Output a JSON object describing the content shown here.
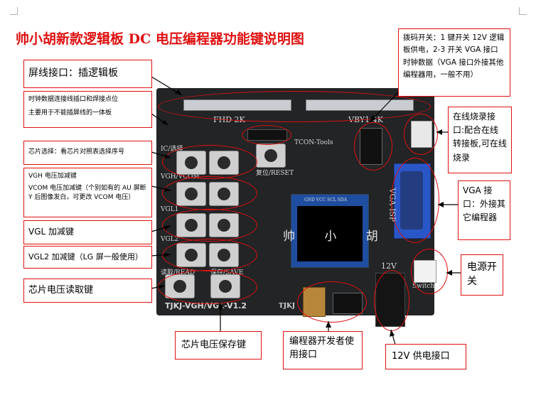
{
  "title": "帅小胡新款逻辑板 DC 电压编程器功能键说明图",
  "labels": {
    "screen_port": "屏线接口：插逻辑板",
    "clock_line1": "时钟数据连接线插口和焊接点位",
    "clock_line2": "主要用于不能插屏线的一体板",
    "chip_select": "芯片选择：看芯片对照表选择序号",
    "vgh_line1": "VGH 电压加减键",
    "vgh_line2": "VCOM 电压加减键（个别如有的 AU 屏断 Y 后图像发白，可更改 VCOM 电压）",
    "vgl": "VGL 加减键",
    "vgl2": "VGL2 加减键（LG 屏一般使用）",
    "read": "芯片电压读取键",
    "save": "芯片电压保存键",
    "dev": "编程器开发者使用接口",
    "power_in": "12V 供电接口",
    "dip": "拨码开关：1 键开关 12V 逻辑板供电，2-3 开关 VGA 接口时钟数据（VGA 接口外接其他编程器用，一般不用）",
    "online": "在线烧录接口:配合在线转接板,可在线烧录",
    "vga": "VGA 接口：外接其它编程器",
    "power_sw": "电源开关"
  },
  "board": {
    "fhd": "FHD 2K",
    "vby": "VBY1 4K",
    "tcon": "TCON-Tools",
    "ic_sel": "IC/选择",
    "reset": "复位/RESET",
    "vgh_vcom": "VGH/VCOM",
    "vgl_silk": "VGL1",
    "vgl2_silk": "VGL2",
    "read_silk": "读取/READ",
    "save_silk": "保存/SAVE",
    "model": "TJKJ-VGH/VGL-V1.2",
    "brand": "TJKJ",
    "watermark": "帅 小 胡",
    "vga_silk": "VGA-ISP",
    "v12": "12V",
    "switch": "Switch",
    "oled_pins": "GND VCC SCL SDA"
  }
}
